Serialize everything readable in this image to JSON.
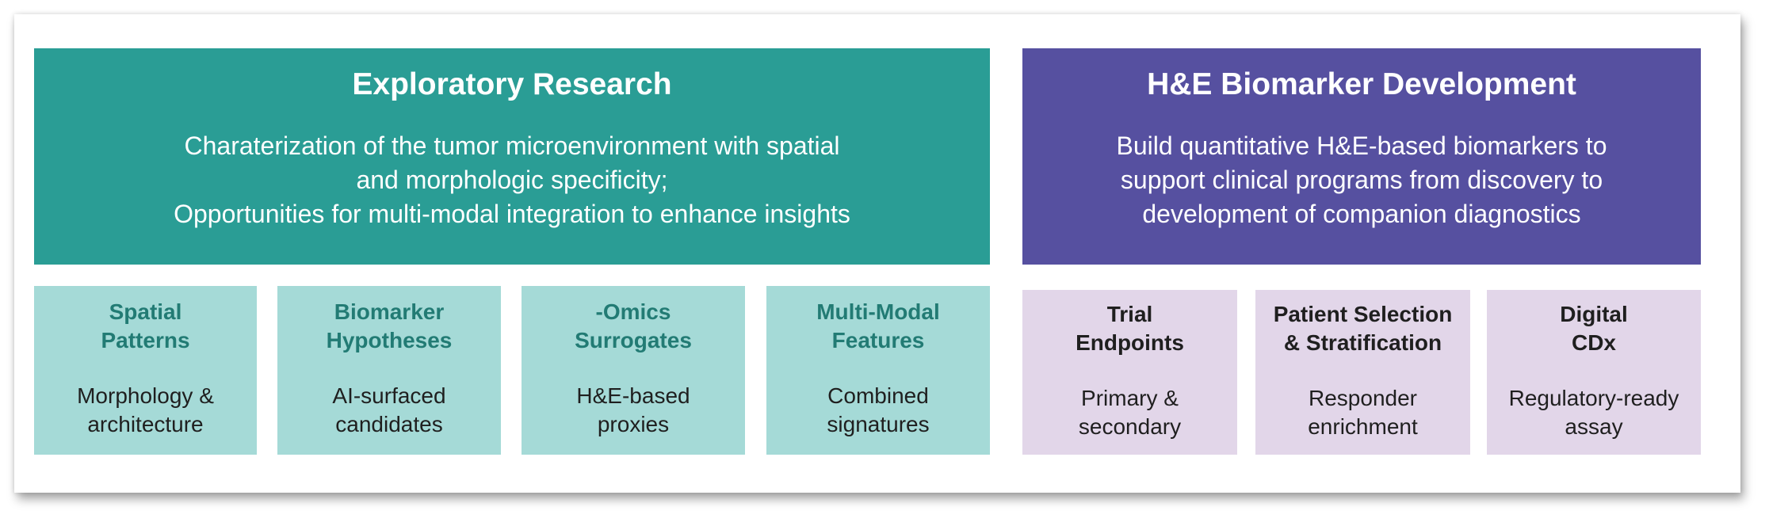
{
  "exploratory": {
    "title": "Exploratory Research",
    "desc": [
      "Charaterization of the tumor microenvironment with spatial",
      "and morphologic specificity;",
      "Opportunities for multi-modal integration to enhance insights"
    ],
    "boxes": [
      {
        "title": [
          "Spatial",
          "Patterns"
        ],
        "text": [
          "Morphology &",
          "architecture"
        ]
      },
      {
        "title": [
          "Biomarker",
          "Hypotheses"
        ],
        "text": [
          "AI-surfaced",
          "candidates"
        ]
      },
      {
        "title": [
          "-Omics",
          "Surrogates"
        ],
        "text": [
          "H&E-based",
          "proxies"
        ]
      },
      {
        "title": [
          "Multi-Modal",
          "Features"
        ],
        "text": [
          "Combined",
          "signatures"
        ]
      }
    ]
  },
  "biomarker": {
    "title": "H&E Biomarker Development",
    "desc": [
      "Build quantitative H&E-based biomarkers to",
      "support clinical programs from discovery to",
      "development of companion diagnostics"
    ],
    "boxes": [
      {
        "title": [
          "Trial",
          "Endpoints"
        ],
        "text": [
          "Primary &",
          "secondary"
        ]
      },
      {
        "title": [
          "Patient Selection",
          "& Stratification"
        ],
        "text": [
          "Responder",
          "enrichment"
        ]
      },
      {
        "title": [
          "Digital",
          "CDx"
        ],
        "text": [
          "Regulatory-ready",
          "assay"
        ]
      }
    ]
  },
  "colors": {
    "teal_panel": "#2a9d95",
    "purple_panel": "#5650a0",
    "teal_box": "#a5dad7",
    "lavender_box": "#e2d6e9",
    "teal_heading": "#227b74"
  }
}
